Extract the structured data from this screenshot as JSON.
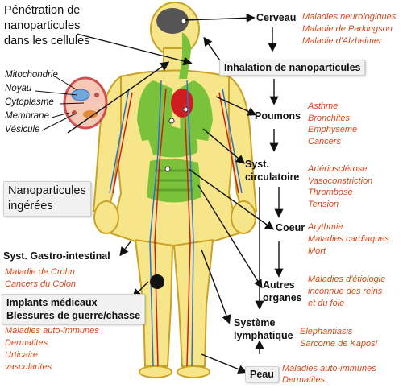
{
  "colors": {
    "body_fill": "#f7e58a",
    "body_stroke": "#c9a227",
    "organ_green": "#79c23a",
    "heart_red": "#d01c1c",
    "vessel_blue": "#2f6fd0",
    "disease_red": "#d9461a"
  },
  "penetration": {
    "line1": "Pénétration de",
    "line2": "nanoparticules",
    "line3": "dans les cellules"
  },
  "cell_labels": {
    "mitochondrie": "Mitochondrie",
    "noyau": "Noyau",
    "cytoplasme": "Cytoplasme",
    "membrane": "Membrane",
    "vesicule": "Vésicule"
  },
  "ingestion": {
    "line1": "Nanoparticules",
    "line2": "ingérées"
  },
  "inhalation": {
    "label": "Inhalation de nanoparticules"
  },
  "organs": {
    "cerveau": {
      "label": "Cerveau",
      "diseases": [
        "Maladies neurologiques",
        "Maladie de Parkingson",
        "Maladie d'Alzheimer"
      ]
    },
    "poumons": {
      "label": "Poumons",
      "diseases": [
        "Asthme",
        "Bronchites",
        "Emphysème",
        "Cancers"
      ]
    },
    "circulatoire": {
      "line1": "Syst.",
      "line2": "circulatoire",
      "diseases": [
        "Artériosclérose",
        "Vasoconstriction",
        "Thrombose",
        "Tension"
      ]
    },
    "coeur": {
      "label": "Coeur",
      "diseases": [
        "Arythmie",
        "Maladies cardiaques",
        "Mort"
      ]
    },
    "autres": {
      "line1": "Autres",
      "line2": "organes",
      "diseases": [
        "Maladies d'étiologie",
        "inconnue des reins",
        "et du foie"
      ]
    },
    "lymphatique": {
      "line1": "Système",
      "line2": "lymphatique",
      "diseases": [
        "Elephantiasis",
        "Sarcome de Kaposi"
      ]
    },
    "peau": {
      "label": "Peau",
      "diseases": [
        "Maladies auto-immunes",
        "Dermatites"
      ]
    },
    "gastro": {
      "label": "Syst. Gastro-intestinal",
      "diseases": [
        "Maladie de Crohn",
        "Cancers du Colon"
      ]
    }
  },
  "implants": {
    "line1": "Implants médicaux",
    "line2": "Blessures de guerre/chasse",
    "diseases": [
      "Maladies auto-immunes",
      "Dermatites",
      "Urticaire",
      "vascularites"
    ]
  }
}
